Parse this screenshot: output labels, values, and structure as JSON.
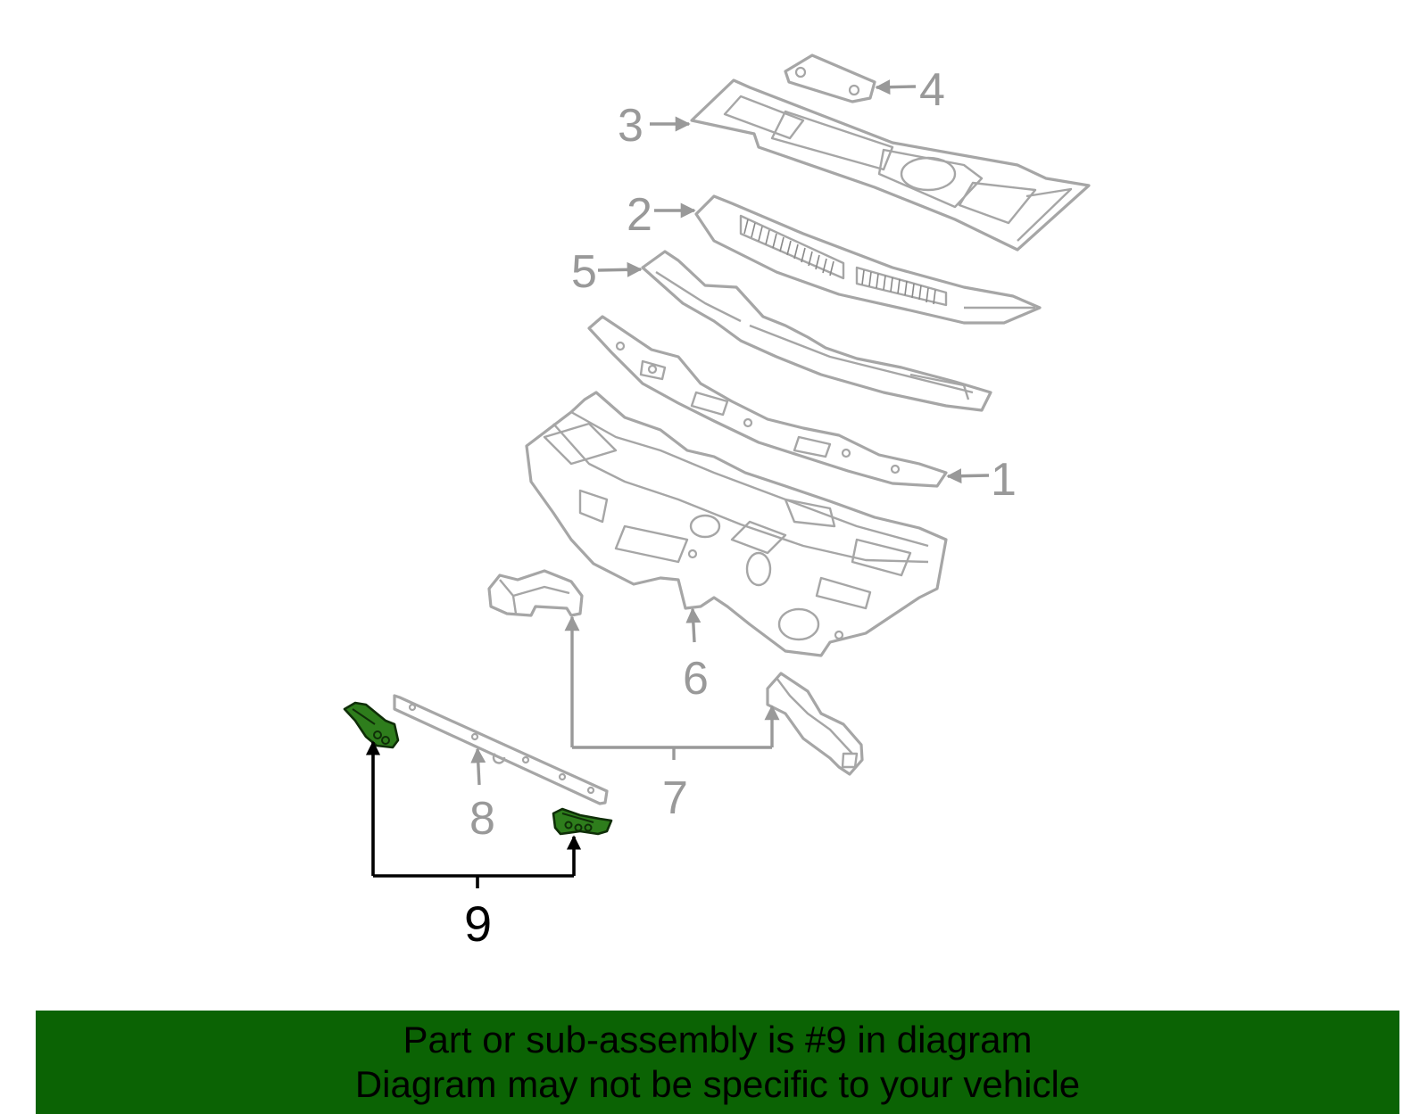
{
  "callouts": [
    {
      "id": "1",
      "label": "1"
    },
    {
      "id": "2",
      "label": "2"
    },
    {
      "id": "3",
      "label": "3"
    },
    {
      "id": "4",
      "label": "4"
    },
    {
      "id": "5",
      "label": "5"
    },
    {
      "id": "6",
      "label": "6"
    },
    {
      "id": "7",
      "label": "7"
    },
    {
      "id": "8",
      "label": "8"
    },
    {
      "id": "9",
      "label": "9"
    }
  ],
  "highlighted_part": "9",
  "banner": {
    "line1": "Part or sub-assembly is #9 in diagram",
    "line2": "Diagram may not be specific to your vehicle"
  },
  "colors": {
    "banner_bg": "#0b6304",
    "highlight_part": "#2e7d1c",
    "outline": "#a6a6a6",
    "callout_text": "#999999"
  }
}
